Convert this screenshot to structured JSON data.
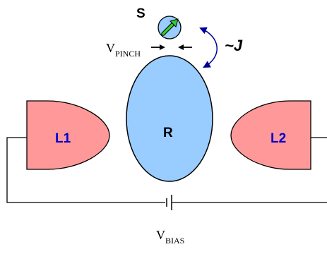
{
  "labels": {
    "s": "S",
    "j": "~J",
    "v_pinch_main": "V",
    "v_pinch_sub": "PINCH",
    "r": "R",
    "l1": "L1",
    "l2": "L2",
    "v_bias_main": "V",
    "v_bias_sub": "BIAS"
  },
  "colors": {
    "lead_fill": "#ff9999",
    "dot_fill": "#99ccff",
    "arrow_green": "#33cc33",
    "lead_text": "#0000cc",
    "coupling_arrow": "#000099",
    "line": "#000000"
  },
  "icons": {
    "spin": "green-spin-arrow-icon",
    "coupling": "double-headed-curved-arrow-icon",
    "pinch_arrows": "inward-arrows-icon",
    "battery": "battery-symbol-icon"
  }
}
